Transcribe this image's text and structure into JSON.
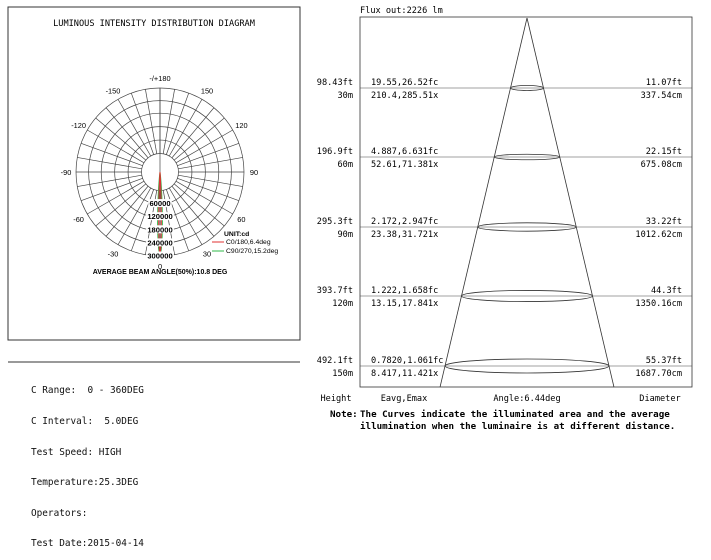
{
  "polar_chart": {
    "title": "LUMINOUS INTENSITY DISTRIBUTION DIAGRAM",
    "angle_labels": [
      {
        "text": "-/+180",
        "angle": 180
      },
      {
        "text": "150",
        "angle": 150
      },
      {
        "text": "-150",
        "angle": -150
      },
      {
        "text": "120",
        "angle": 120
      },
      {
        "text": "-120",
        "angle": -120
      },
      {
        "text": "90",
        "angle": 90
      },
      {
        "text": "-90",
        "angle": -90
      },
      {
        "text": "60",
        "angle": 60
      },
      {
        "text": "-60",
        "angle": -60
      },
      {
        "text": "30",
        "angle": 30
      },
      {
        "text": "-30",
        "angle": -30
      },
      {
        "text": "0",
        "angle": 0
      }
    ],
    "intensity_labels": [
      "60000",
      "120000",
      "180000",
      "240000",
      "300000"
    ],
    "unit": "UNIT:cd",
    "legend": [
      {
        "label": "C0/180,6.4deg",
        "color": "#e03030"
      },
      {
        "label": "C90/270,15.2deg",
        "color": "#2fb84a"
      }
    ],
    "beam_angle_text": "AVERAGE BEAM ANGLE(50%):10.8 DEG"
  },
  "test_info": [
    "C Range:  0 - 360DEG",
    "C Interval:  5.0DEG",
    "Test Speed: HIGH",
    "Temperature:25.3DEG",
    "Operators:",
    "Test Date:2015-04-14"
  ],
  "cone": {
    "flux_text": "Flux out:2226 lm",
    "angle_text": "Angle:6.44deg",
    "rows": [
      {
        "height_ft": "98.43ft",
        "height_m": "30m",
        "fc": "19.55,26.52fc",
        "lx": "210.4,285.51x",
        "dia_ft": "11.07ft",
        "dia_cm": "337.54cm"
      },
      {
        "height_ft": "196.9ft",
        "height_m": "60m",
        "fc": "4.887,6.631fc",
        "lx": "52.61,71.381x",
        "dia_ft": "22.15ft",
        "dia_cm": "675.08cm"
      },
      {
        "height_ft": "295.3ft",
        "height_m": "90m",
        "fc": "2.172,2.947fc",
        "lx": "23.38,31.721x",
        "dia_ft": "33.22ft",
        "dia_cm": "1012.62cm"
      },
      {
        "height_ft": "393.7ft",
        "height_m": "120m",
        "fc": "1.222,1.658fc",
        "lx": "13.15,17.841x",
        "dia_ft": "44.3ft",
        "dia_cm": "1350.16cm"
      },
      {
        "height_ft": "492.1ft",
        "height_m": "150m",
        "fc": "0.7820,1.061fc",
        "lx": "8.417,11.421x",
        "dia_ft": "55.37ft",
        "dia_cm": "1687.70cm"
      }
    ],
    "col_height": "Height",
    "col_eavg": "Eavg,Emax",
    "col_diameter": "Diameter",
    "note_label": "Note:",
    "note_line1": "The Curves indicate the illuminated area and the average",
    "note_line2": "illumination when the luminaire is at different distance."
  }
}
